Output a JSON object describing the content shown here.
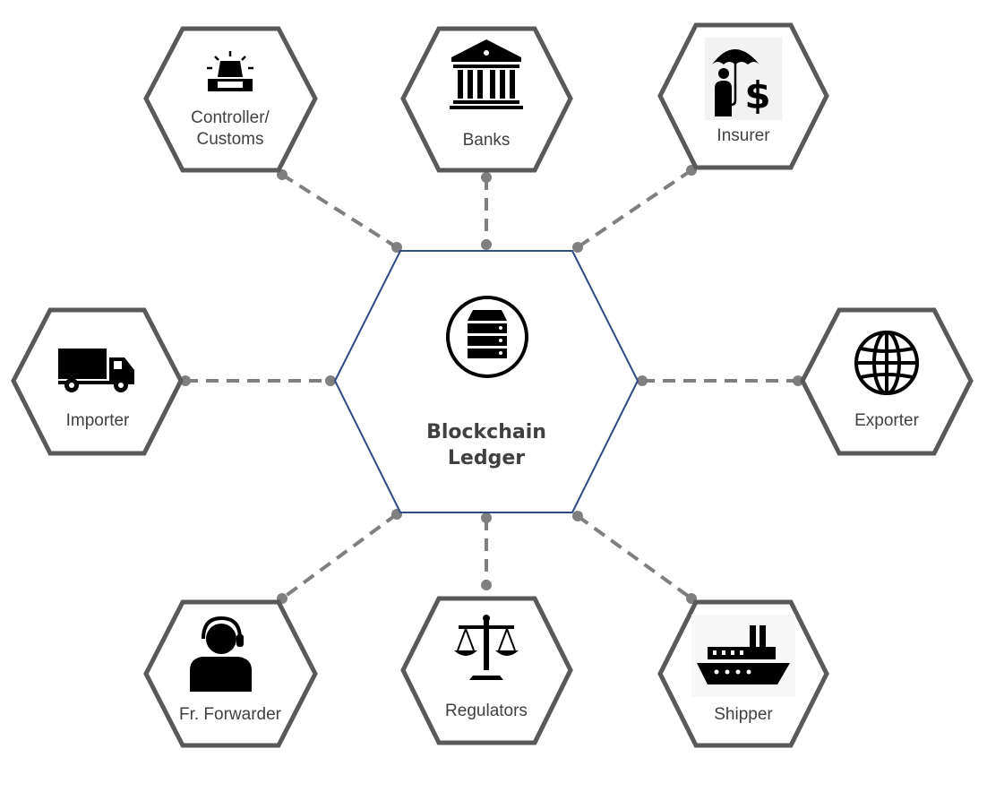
{
  "center": {
    "label_line1": "Blockchain",
    "label_line2": "Ledger",
    "icon": "server-stack-icon"
  },
  "nodes": {
    "customs": {
      "label_line1": "Controller/",
      "label_line2": "Customs",
      "icon": "siren-icon"
    },
    "banks": {
      "label": "Banks",
      "icon": "bank-icon"
    },
    "insurer": {
      "label": "Insurer",
      "icon": "insurer-umbrella-dollar-icon"
    },
    "importer": {
      "label": "Importer",
      "icon": "truck-icon"
    },
    "exporter": {
      "label": "Exporter",
      "icon": "globe-icon"
    },
    "forwarder": {
      "label": "Fr. Forwarder",
      "icon": "headset-agent-icon"
    },
    "regulators": {
      "label": "Regulators",
      "icon": "scales-icon"
    },
    "shipper": {
      "label": "Shipper",
      "icon": "ship-icon"
    }
  },
  "colors": {
    "node_stroke": "#595959",
    "center_stroke": "#2e4a85",
    "connector": "#7f7f7f",
    "text": "#404040"
  }
}
